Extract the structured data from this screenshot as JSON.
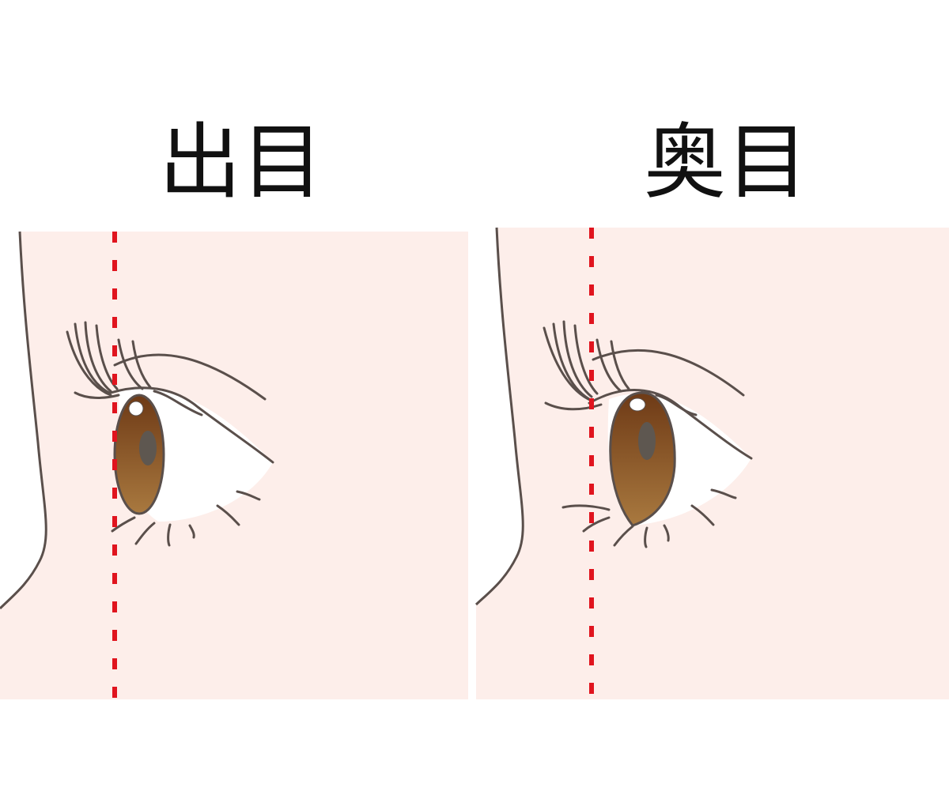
{
  "panels": [
    {
      "title": "出目",
      "variant": "protruding"
    },
    {
      "title": "奥目",
      "variant": "deep-set"
    }
  ],
  "colors": {
    "skin": "#fdeeea",
    "outline": "#5a4f4b",
    "guide_line": "#e0141e",
    "iris_top": "#6e3a16",
    "iris_bottom": "#a9793f",
    "pupil": "#5e5750"
  }
}
